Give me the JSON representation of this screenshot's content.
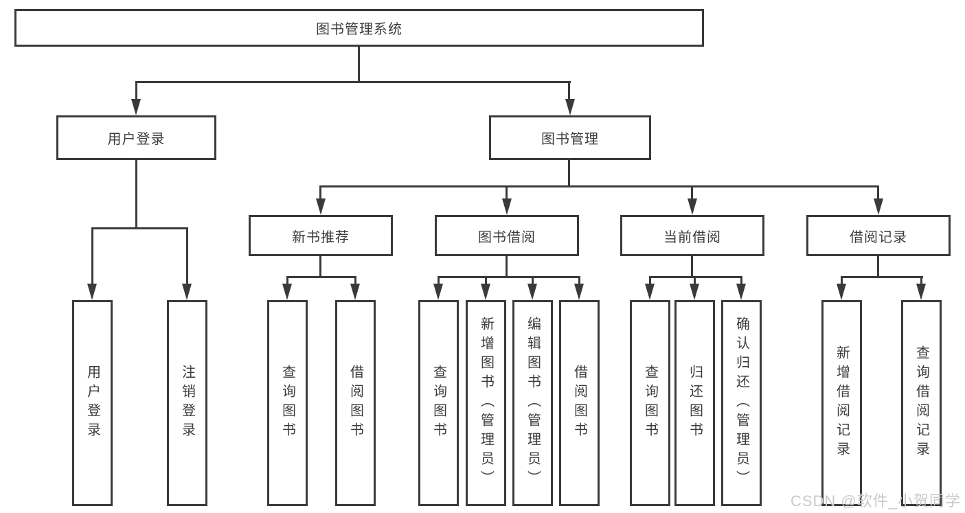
{
  "diagram_title": "图书管理系统",
  "tree": {
    "root": {
      "label": "图书管理系统"
    },
    "branches": [
      {
        "label": "用户登录",
        "children": [
          {
            "label": "用户登录"
          },
          {
            "label": "注销登录"
          }
        ]
      },
      {
        "label": "图书管理",
        "children": [
          {
            "label": "新书推荐",
            "children": [
              {
                "label": "查询图书"
              },
              {
                "label": "借阅图书"
              }
            ]
          },
          {
            "label": "图书借阅",
            "children": [
              {
                "label": "查询图书"
              },
              {
                "label": "新增图书（管理员）"
              },
              {
                "label": "编辑图书（管理员）"
              },
              {
                "label": "借阅图书"
              }
            ]
          },
          {
            "label": "当前借阅",
            "children": [
              {
                "label": "查询图书"
              },
              {
                "label": "归还图书"
              },
              {
                "label": "确认归还（管理员）"
              }
            ]
          },
          {
            "label": "借阅记录",
            "children": [
              {
                "label": "新增借阅记录"
              },
              {
                "label": "查询借阅记录"
              }
            ]
          }
        ]
      }
    ]
  },
  "watermark": {
    "text": "CSDN @软件_小贺同学"
  },
  "colors": {
    "line": "#3a3a3a",
    "text": "#3c3c3c",
    "watermark": "#c9c9c9",
    "background": "#ffffff"
  }
}
